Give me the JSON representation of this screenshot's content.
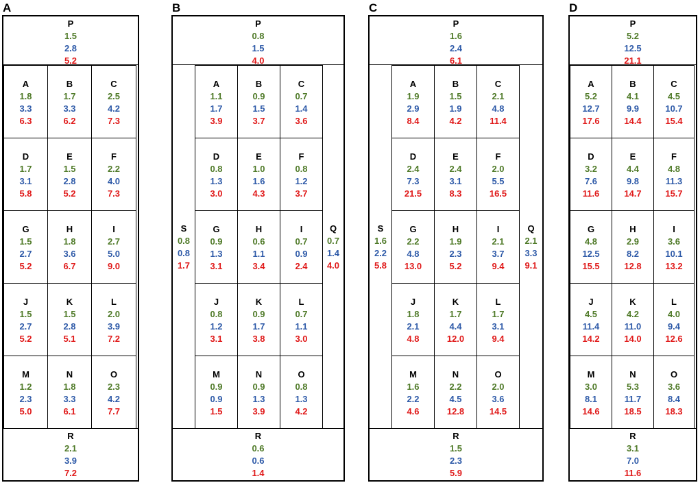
{
  "panels": [
    {
      "label": "A",
      "P": {
        "name": "P",
        "values": [
          "1.5",
          "2.8",
          "5.2"
        ]
      },
      "R": {
        "name": "R",
        "values": [
          "2.1",
          "3.9",
          "7.2"
        ]
      },
      "grid": [
        {
          "name": "A",
          "values": [
            "1.8",
            "3.3",
            "6.3"
          ]
        },
        {
          "name": "B",
          "values": [
            "1.7",
            "3.3",
            "6.2"
          ]
        },
        {
          "name": "C",
          "values": [
            "2.5",
            "4.2",
            "7.3"
          ]
        },
        {
          "name": "D",
          "values": [
            "1.7",
            "3.1",
            "5.8"
          ]
        },
        {
          "name": "E",
          "values": [
            "1.5",
            "2.8",
            "5.2"
          ]
        },
        {
          "name": "F",
          "values": [
            "2.2",
            "4.0",
            "7.3"
          ]
        },
        {
          "name": "G",
          "values": [
            "1.5",
            "2.7",
            "5.2"
          ]
        },
        {
          "name": "H",
          "values": [
            "1.8",
            "3.6",
            "6.7"
          ]
        },
        {
          "name": "I",
          "values": [
            "2.7",
            "5.0",
            "9.0"
          ]
        },
        {
          "name": "J",
          "values": [
            "1.5",
            "2.7",
            "5.2"
          ]
        },
        {
          "name": "K",
          "values": [
            "1.5",
            "2.8",
            "5.1"
          ]
        },
        {
          "name": "L",
          "values": [
            "2.0",
            "3.9",
            "7.2"
          ]
        },
        {
          "name": "M",
          "values": [
            "1.2",
            "2.3",
            "5.0"
          ]
        },
        {
          "name": "N",
          "values": [
            "1.8",
            "3.3",
            "6.1"
          ]
        },
        {
          "name": "O",
          "values": [
            "2.3",
            "4.2",
            "7.7"
          ]
        }
      ]
    },
    {
      "label": "B",
      "P": {
        "name": "P",
        "values": [
          "0.8",
          "1.5",
          "4.0"
        ]
      },
      "R": {
        "name": "R",
        "values": [
          "0.6",
          "0.6",
          "1.4"
        ]
      },
      "S": {
        "name": "S",
        "values": [
          "0.8",
          "0.8",
          "1.7"
        ]
      },
      "Q": {
        "name": "Q",
        "values": [
          "0.7",
          "1.4",
          "4.0"
        ]
      },
      "grid": [
        {
          "name": "A",
          "values": [
            "1.1",
            "1.7",
            "3.9"
          ]
        },
        {
          "name": "B",
          "values": [
            "0.9",
            "1.5",
            "3.7"
          ]
        },
        {
          "name": "C",
          "values": [
            "0.7",
            "1.4",
            "3.6"
          ]
        },
        {
          "name": "D",
          "values": [
            "0.8",
            "1.3",
            "3.0"
          ]
        },
        {
          "name": "E",
          "values": [
            "1.0",
            "1.6",
            "4.3"
          ]
        },
        {
          "name": "F",
          "values": [
            "0.8",
            "1.2",
            "3.7"
          ]
        },
        {
          "name": "G",
          "values": [
            "0.9",
            "1.3",
            "3.1"
          ]
        },
        {
          "name": "H",
          "values": [
            "0.6",
            "1.1",
            "3.4"
          ]
        },
        {
          "name": "I",
          "values": [
            "0.7",
            "0.9",
            "2.4"
          ]
        },
        {
          "name": "J",
          "values": [
            "0.8",
            "1.2",
            "3.1"
          ]
        },
        {
          "name": "K",
          "values": [
            "0.9",
            "1.7",
            "3.8"
          ]
        },
        {
          "name": "L",
          "values": [
            "0.7",
            "1.1",
            "3.0"
          ]
        },
        {
          "name": "M",
          "values": [
            "0.9",
            "0.9",
            "1.5"
          ]
        },
        {
          "name": "N",
          "values": [
            "0.9",
            "1.3",
            "3.9"
          ]
        },
        {
          "name": "O",
          "values": [
            "0.8",
            "1.3",
            "4.2"
          ]
        }
      ]
    },
    {
      "label": "C",
      "P": {
        "name": "P",
        "values": [
          "1.6",
          "2.4",
          "6.1"
        ]
      },
      "R": {
        "name": "R",
        "values": [
          "1.5",
          "2.3",
          "5.9"
        ]
      },
      "S": {
        "name": "S",
        "values": [
          "1.6",
          "2.2",
          "5.8"
        ]
      },
      "Q": {
        "name": "Q",
        "values": [
          "2.1",
          "3.3",
          "9.1"
        ]
      },
      "grid": [
        {
          "name": "A",
          "values": [
            "1.9",
            "2.9",
            "8.4"
          ]
        },
        {
          "name": "B",
          "values": [
            "1.5",
            "1.9",
            "4.2"
          ]
        },
        {
          "name": "C",
          "values": [
            "2.1",
            "4.8",
            "11.4"
          ]
        },
        {
          "name": "D",
          "values": [
            "2.4",
            "7.3",
            "21.5"
          ]
        },
        {
          "name": "E",
          "values": [
            "2.4",
            "3.1",
            "8.3"
          ]
        },
        {
          "name": "F",
          "values": [
            "2.0",
            "5.5",
            "16.5"
          ]
        },
        {
          "name": "G",
          "values": [
            "2.2",
            "4.8",
            "13.0"
          ]
        },
        {
          "name": "H",
          "values": [
            "1.9",
            "2.3",
            "5.2"
          ]
        },
        {
          "name": "I",
          "values": [
            "2.1",
            "3.7",
            "9.4"
          ]
        },
        {
          "name": "J",
          "values": [
            "1.8",
            "2.1",
            "4.8"
          ]
        },
        {
          "name": "K",
          "values": [
            "1.7",
            "4.4",
            "12.0"
          ]
        },
        {
          "name": "L",
          "values": [
            "1.7",
            "3.1",
            "9.4"
          ]
        },
        {
          "name": "M",
          "values": [
            "1.6",
            "2.2",
            "4.6"
          ]
        },
        {
          "name": "N",
          "values": [
            "2.2",
            "4.5",
            "12.8"
          ]
        },
        {
          "name": "O",
          "values": [
            "2.0",
            "3.6",
            "14.5"
          ]
        }
      ]
    },
    {
      "label": "D",
      "P": {
        "name": "P",
        "values": [
          "5.2",
          "12.5",
          "21.1"
        ]
      },
      "R": {
        "name": "R",
        "values": [
          "3.1",
          "7.0",
          "11.6"
        ]
      },
      "grid": [
        {
          "name": "A",
          "values": [
            "5.2",
            "12.7",
            "17.6"
          ]
        },
        {
          "name": "B",
          "values": [
            "4.1",
            "9.9",
            "14.4"
          ]
        },
        {
          "name": "C",
          "values": [
            "4.5",
            "10.7",
            "15.4"
          ]
        },
        {
          "name": "D",
          "values": [
            "3.2",
            "7.6",
            "11.6"
          ]
        },
        {
          "name": "E",
          "values": [
            "4.4",
            "9.8",
            "14.7"
          ]
        },
        {
          "name": "F",
          "values": [
            "4.8",
            "11.3",
            "15.7"
          ]
        },
        {
          "name": "G",
          "values": [
            "4.8",
            "12.5",
            "15.5"
          ]
        },
        {
          "name": "H",
          "values": [
            "2.9",
            "8.2",
            "12.8"
          ]
        },
        {
          "name": "I",
          "values": [
            "3.6",
            "10.1",
            "13.2"
          ]
        },
        {
          "name": "J",
          "values": [
            "4.5",
            "11.4",
            "14.2"
          ]
        },
        {
          "name": "K",
          "values": [
            "4.2",
            "11.0",
            "14.0"
          ]
        },
        {
          "name": "L",
          "values": [
            "4.0",
            "9.4",
            "12.6"
          ]
        },
        {
          "name": "M",
          "values": [
            "3.0",
            "8.1",
            "14.6"
          ]
        },
        {
          "name": "N",
          "values": [
            "5.3",
            "11.7",
            "18.5"
          ]
        },
        {
          "name": "O",
          "values": [
            "3.6",
            "8.4",
            "18.3"
          ]
        }
      ]
    }
  ],
  "colors": {
    "first": "#4f7a28",
    "second": "#2e5aa8",
    "third": "#e01a1a"
  }
}
